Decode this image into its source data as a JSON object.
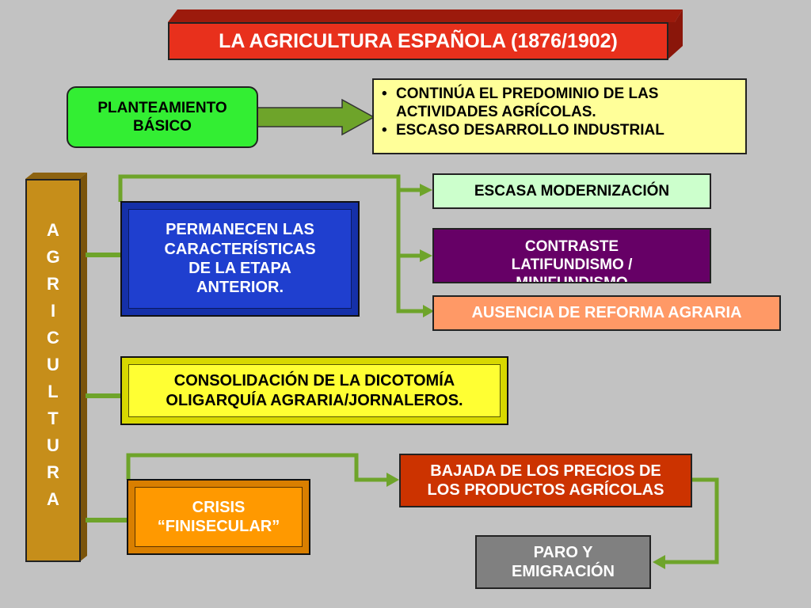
{
  "title": "LA AGRICULTURA ESPAÑOLA (1876/1902)",
  "planteamiento": {
    "label_line1": "PLANTEAMIENTO",
    "label_line2": "BÁSICO",
    "bullet_glyph": "•",
    "bullets": [
      {
        "line1": "CONTINÚA EL PREDOMINIO DE LAS",
        "line2": "ACTIVIDADES AGRÍCOLAS."
      },
      {
        "line1": "ESCASO DESARROLLO INDUSTRIAL"
      }
    ]
  },
  "side_label_letters": [
    "A",
    "G",
    "R",
    "I",
    "C",
    "U",
    "L",
    "T",
    "U",
    "R",
    "A"
  ],
  "permanecen": {
    "lines": [
      "PERMANECEN LAS",
      "CARACTERÍSTICAS",
      "DE LA ETAPA",
      "ANTERIOR."
    ],
    "outcomes": {
      "escasa": "ESCASA MODERNIZACIÓN",
      "contraste_lines": [
        "CONTRASTE",
        "LATIFUNDISMO /",
        "MINIFUNDISMO"
      ],
      "ausencia": "AUSENCIA DE REFORMA AGRARIA"
    }
  },
  "consolidacion": {
    "lines": [
      "CONSOLIDACIÓN DE LA DICOTOMÍA",
      "OLIGARQUÍA AGRARIA/JORNALEROS."
    ]
  },
  "crisis": {
    "lines": [
      "CRISIS",
      "“FINISECULAR”"
    ],
    "bajada_lines": [
      "BAJADA DE LOS PRECIOS DE",
      "LOS PRODUCTOS AGRÍCOLAS"
    ],
    "paro_lines": [
      "PARO Y",
      "EMIGRACIÓN"
    ]
  },
  "colors": {
    "background": "#c2c2c2",
    "title_fill": "#e8301c",
    "planteamiento_fill": "#33ee33",
    "bullets_fill": "#ffff99",
    "side_fill": "#c68e1a",
    "permanecen_fill": "#1f3fcf",
    "escasa_fill": "#ccffcc",
    "contraste_fill": "#660066",
    "ausencia_fill": "#ff9966",
    "consolidacion_fill": "#ffff33",
    "crisis_fill": "#ff9900",
    "bajada_fill": "#cc3300",
    "paro_fill": "#808080",
    "connector": "#6ea42a"
  }
}
